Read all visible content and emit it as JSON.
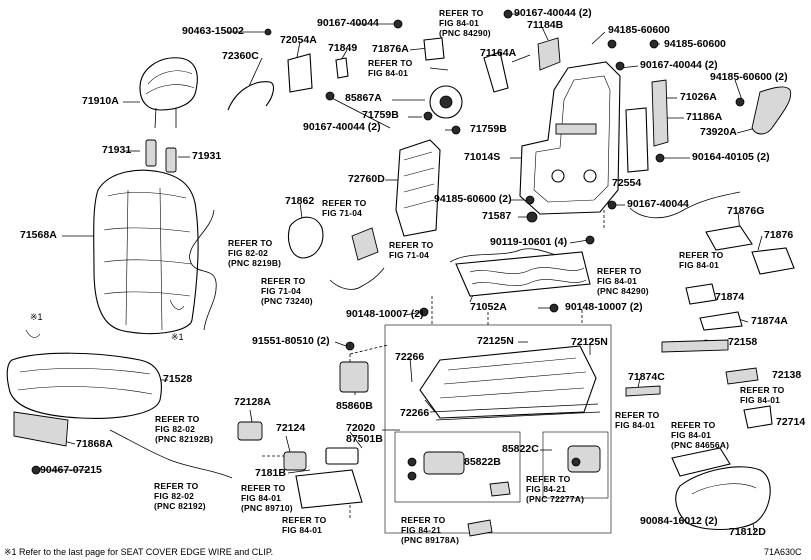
{
  "labels": {
    "p90463_15002": "90463-15002",
    "p72360C": "72360C",
    "p72054A": "72054A",
    "p71849": "71849",
    "p90167_40044_a": "90167-40044",
    "p71876A": "71876A",
    "p71164A": "71164A",
    "p90167_40044_2a": "90167-40044 (2)",
    "p71184B": "71184B",
    "p94185_60600_a": "94185-60600",
    "p94185_60600_b": "94185-60600",
    "p90167_40044_2b": "90167-40044 (2)",
    "p94185_60600_2": "94185-60600 (2)",
    "p71910A": "71910A",
    "p85867A": "85867A",
    "p71026A": "71026A",
    "p90167_40044_2c": "90167-40044 (2)",
    "p71759B_a": "71759B",
    "p71759B_b": "71759B",
    "p71186A": "71186A",
    "p73920A": "73920A",
    "p71931_a": "71931",
    "p71931_b": "71931",
    "p71014S": "71014S",
    "p90164_40105_2": "90164-40105 (2)",
    "p72760D": "72760D",
    "p72554": "72554",
    "p94185_60600_2b": "94185-60600 (2)",
    "p90167_40044_b": "90167-40044",
    "p71862": "71862",
    "p71587": "71587",
    "p71876G": "71876G",
    "p71568A": "71568A",
    "p90119_10601_4": "90119-10601 (4)",
    "p71876": "71876",
    "p71052A": "71052A",
    "p71874": "71874",
    "p90148_10007_2a": "90148-10007 (2)",
    "p90148_10007_2b": "90148-10007 (2)",
    "p71874A": "71874A",
    "p91551_80510_2": "91551-80510 (2)",
    "p72125N_a": "72125N",
    "p72125N_b": "72125N",
    "p72158": "72158",
    "p72266_a": "72266",
    "p72266_b": "72266",
    "p71528": "71528",
    "p71874C": "71874C",
    "p72138": "72138",
    "p85860B": "85860B",
    "p72128A": "72128A",
    "p71868A": "71868A",
    "p72124": "72124",
    "p72020": "72020",
    "p87501B": "87501B",
    "p85822C": "85822C",
    "p85822B": "85822B",
    "p72714": "72714",
    "p90467_07215": "90467-07215",
    "p7181B": "7181B",
    "p90084_16012_2": "90084-16012 (2)",
    "p71812D": "71812D",
    "mark1": "※1",
    "mark2": "※1"
  },
  "refs": {
    "r_84_01_84290": "REFER TO\nFIG 84-01\n(PNC 84290)",
    "r_84_01_a": "REFER TO\nFIG 84-01",
    "r_71_04_a": "REFER TO\nFIG 71-04",
    "r_82_02_8219B": "REFER TO\nFIG 82-02\n(PNC 8219B)",
    "r_71_04_73240": "REFER TO\nFIG 71-04\n(PNC 73240)",
    "r_71_04_b": "REFER TO\nFIG 71-04",
    "r_84_01_b": "REFER TO\nFIG 84-01",
    "r_84_01_84290_b": "REFER TO\nFIG 84-01\n(PNC 84290)",
    "r_82_02_82192B": "REFER TO\nFIG 82-02\n(PNC 82192B)",
    "r_84_01_c": "REFER TO\nFIG 84-01",
    "r_84_01_d": "REFER TO\nFIG 84-01",
    "r_84_01_84656A": "REFER TO\nFIG 84-01\n(PNC 84656A)",
    "r_82_02_82192": "REFER TO\nFIG 82-02\n(PNC 82192)",
    "r_84_01_89710": "REFER TO\nFIG 84-01\n(PNC 89710)",
    "r_84_21_72277A": "REFER TO\nFIG 84-21\n(PNC 72277A)",
    "r_84_01_e": "REFER TO\nFIG 84-01",
    "r_84_21_89178A": "REFER TO\nFIG 84-21\n(PNC 89178A)"
  },
  "footer": {
    "note": "※1 Refer to the last page for SEAT COVER EDGE WIRE and CLIP.",
    "code": "71A630C"
  }
}
